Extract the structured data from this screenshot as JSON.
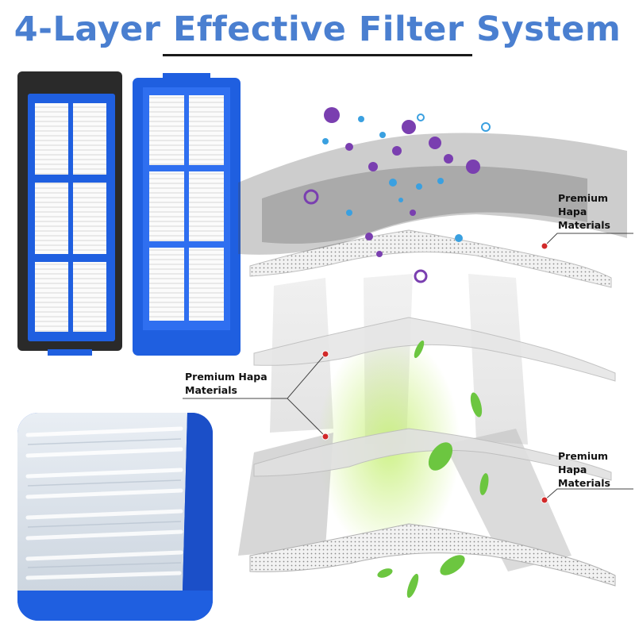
{
  "title": "4-Layer Effective Filter System",
  "colors": {
    "title_blue": "#4a7fd0",
    "frame_blue": "#1f5fe0",
    "frame_dark": "#2a2a2a",
    "marker_red": "#d12a2a",
    "particle_purple": "#7a3fb0",
    "particle_blue": "#3aa0e0",
    "leaf_green": "#6cc640"
  },
  "callouts": [
    {
      "line1": "Premium",
      "line2": "Hapa",
      "line3": "Materials"
    },
    {
      "line1": "Premium Hapa",
      "line2": "Materials"
    },
    {
      "line1": "Premium",
      "line2": "Hapa",
      "line3": "Materials"
    }
  ]
}
